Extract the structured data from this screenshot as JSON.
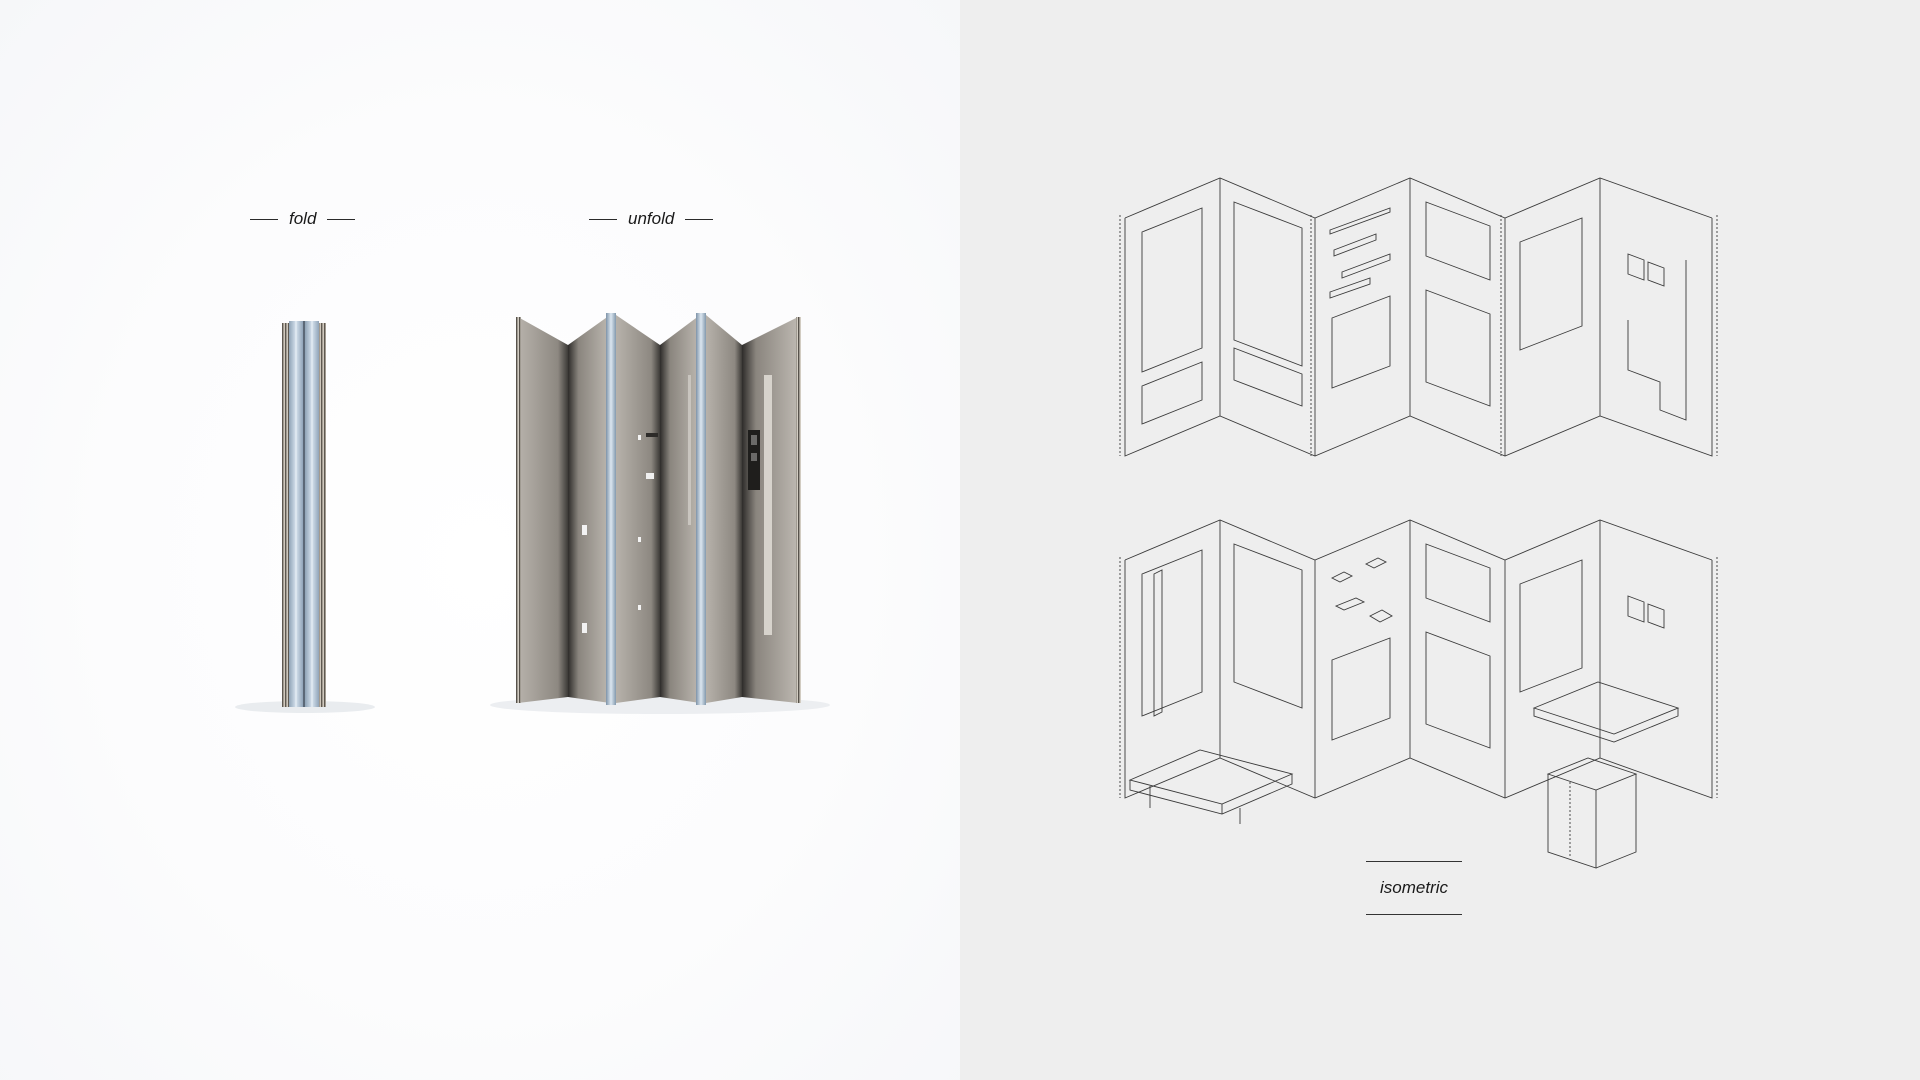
{
  "captions": {
    "fold": "fold",
    "unfold": "unfold",
    "isometric": "isometric"
  },
  "colors": {
    "left_background": "#ffffff",
    "right_background": "#eeeeee",
    "line": "#3a3a3a",
    "panel_gray": "#a8a49f",
    "steel_blue": "#b8c7d6"
  }
}
